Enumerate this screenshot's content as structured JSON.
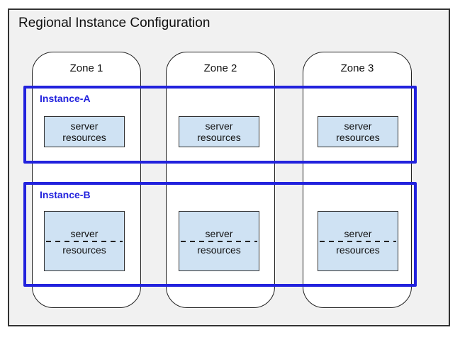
{
  "diagram": {
    "title": "Regional Instance Configuration",
    "zones": [
      {
        "label": "Zone 1"
      },
      {
        "label": "Zone 2"
      },
      {
        "label": "Zone 3"
      }
    ],
    "instances": [
      {
        "label": "Instance-A",
        "server_boxes": [
          {
            "line1": "server",
            "line2": "resources"
          },
          {
            "line1": "server",
            "line2": "resources"
          },
          {
            "line1": "server",
            "line2": "resources"
          }
        ]
      },
      {
        "label": "Instance-B",
        "divider_style": "dashed",
        "server_boxes": [
          {
            "line1": "server",
            "line2": "resources"
          },
          {
            "line1": "server",
            "line2": "resources"
          },
          {
            "line1": "server",
            "line2": "resources"
          }
        ]
      }
    ],
    "colors": {
      "instance_border": "#2222dd",
      "instance_label": "#2222dd",
      "server_box_fill": "#cfe2f3",
      "region_fill": "#f1f1f1",
      "outline": "#333333"
    }
  }
}
